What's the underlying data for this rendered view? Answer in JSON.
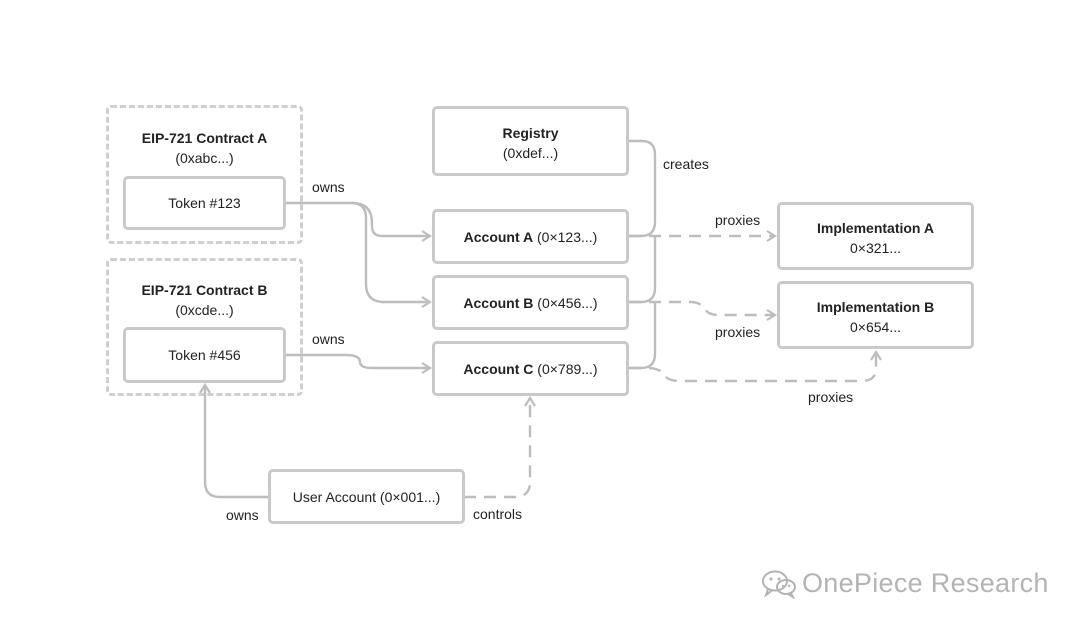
{
  "contracts": [
    {
      "title": "EIP-721 Contract A",
      "address": "(0xabc...)",
      "token": "Token #123"
    },
    {
      "title": "EIP-721 Contract B",
      "address": "(0xcde...)",
      "token": "Token #456"
    }
  ],
  "registry": {
    "title": "Registry",
    "address": "(0xdef...)"
  },
  "accounts": [
    {
      "name": "Account A",
      "address": "(0×123...)"
    },
    {
      "name": "Account B",
      "address": "(0×456...)"
    },
    {
      "name": "Account C",
      "address": "(0×789...)"
    }
  ],
  "implementations": [
    {
      "title": "Implementation A",
      "address": "0×321..."
    },
    {
      "title": "Implementation B",
      "address": "0×654..."
    }
  ],
  "user_account": "User Account (0×001...)",
  "edge_labels": {
    "owns_a": "owns",
    "owns_b": "owns",
    "creates": "creates",
    "proxies_a": "proxies",
    "proxies_b": "proxies",
    "proxies_c": "proxies",
    "owns_user": "owns",
    "controls": "controls"
  },
  "watermark": "OnePiece Research",
  "colors": {
    "line": "#bdbdbd",
    "border": "#c9c9c9",
    "text": "#222222",
    "watermark": "#b4b4b4"
  }
}
